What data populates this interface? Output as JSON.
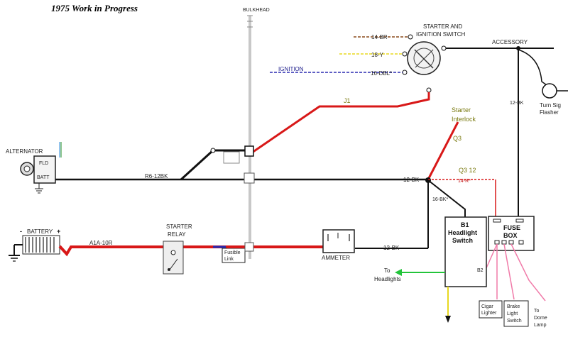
{
  "title": "1975 Work in Progress",
  "labels": {
    "bulkhead": "BULKHEAD",
    "switch_line1": "STARTER AND",
    "switch_line2": "IGNITION SWITCH",
    "wire_14br": "14-BR",
    "wire_18y": "18-Y",
    "ignition": "IGNITION",
    "wire_16dbl": "16-DBL*",
    "accessory": "ACCESSORY",
    "wire_12bk_vertical": "12-BK",
    "turn_sig_line1": "Turn Sig",
    "turn_sig_line2": "Flasher",
    "j1": "J1",
    "starter_interlock_line1": "Starter",
    "starter_interlock_line2": "Interlock",
    "q3_upper": "Q3",
    "q3_12": "Q3 12",
    "wire_14r": "14-R*",
    "alternator": "ALTERNATOR",
    "fld": "FLD",
    "batt": "BATT",
    "wire_r612bk": "R6-12BK",
    "wire_12bk_main": "12-BK",
    "wire_16bk": "16-BK*",
    "fuse_box_line1": "FUSE",
    "fuse_box_line2": "BOX",
    "battery": "BATTERY",
    "battery_minus": "-",
    "battery_plus": "+",
    "wire_a1a10r": "A1A-10R",
    "starter_relay_line1": "STARTER",
    "starter_relay_line2": "RELAY",
    "fusible_line1": "Fusible",
    "fusible_line2": "Link",
    "ammeter": "AMMETER",
    "wire_12bk_lower": "12-BK",
    "b1": "B1",
    "headlight_line1": "Headlight",
    "headlight_line2": "Switch",
    "b2": "B2",
    "to_headlights_line1": "To",
    "to_headlights_line2": "Headlights",
    "cigar_line1": "Cigar",
    "cigar_line2": "Lighter",
    "brake_line1": "Brake",
    "brake_line2": "Light",
    "brake_line3": "Switch",
    "dome_line1": "To",
    "dome_line2": "Dome",
    "dome_line3": "Lamp"
  },
  "colors": {
    "black_wire": "#111111",
    "red_wire": "#d81818",
    "pink_wire": "#f07aa8",
    "green_wire": "#22c43a",
    "blue_wire": "#2a2ab0",
    "yellow_wire": "#e8d820",
    "bulkhead_gray": "#c8c8c8"
  }
}
